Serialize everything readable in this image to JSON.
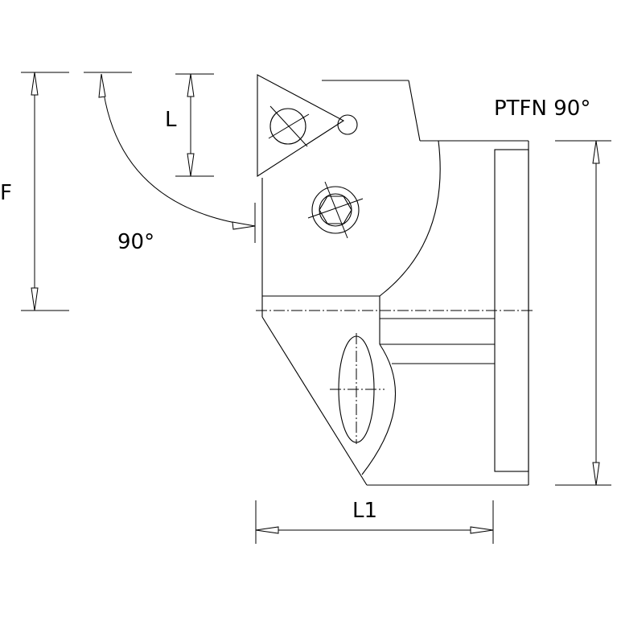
{
  "title": "PTFN 90°",
  "dimensions": {
    "F": "F",
    "L": "L",
    "L1": "L1",
    "angle": "90°"
  }
}
